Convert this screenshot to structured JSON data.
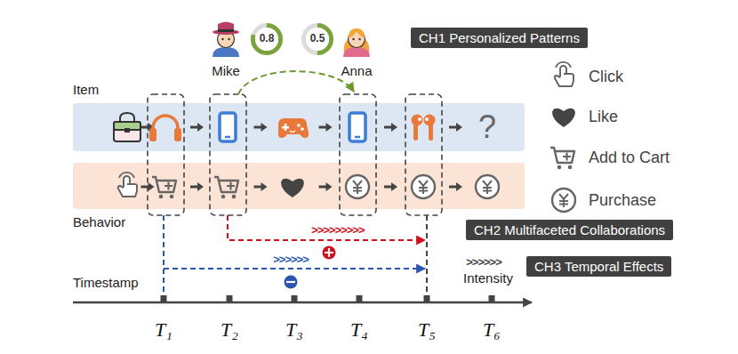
{
  "diagram": {
    "nodes": [
      {
        "text": [
          "0.8"
        ]
      },
      {
        "text": [
          "0.5"
        ]
      },
      {
        "text": [
          "CH1 Personalized Patterns"
        ]
      },
      {
        "text": [
          "CH2 Multifaceted Collaborations"
        ]
      },
      {
        "text": [
          "CH3 Temporal Effects"
        ]
      }
    ],
    "labels": [
      "Mike",
      "Anna",
      "Item",
      "?",
      "Behavior",
      ">>>>>>>>>",
      ">>>>>>",
      ">>>>>>",
      "Intensity",
      "Timestamp",
      "T₁",
      "T₂",
      "T₃",
      "T₄",
      "T₅",
      "T₆"
    ],
    "legend": [
      {
        "text": "Click"
      },
      {
        "text": "Like"
      },
      {
        "text": "Add to Cart"
      },
      {
        "text": "Purchase"
      }
    ]
  }
}
